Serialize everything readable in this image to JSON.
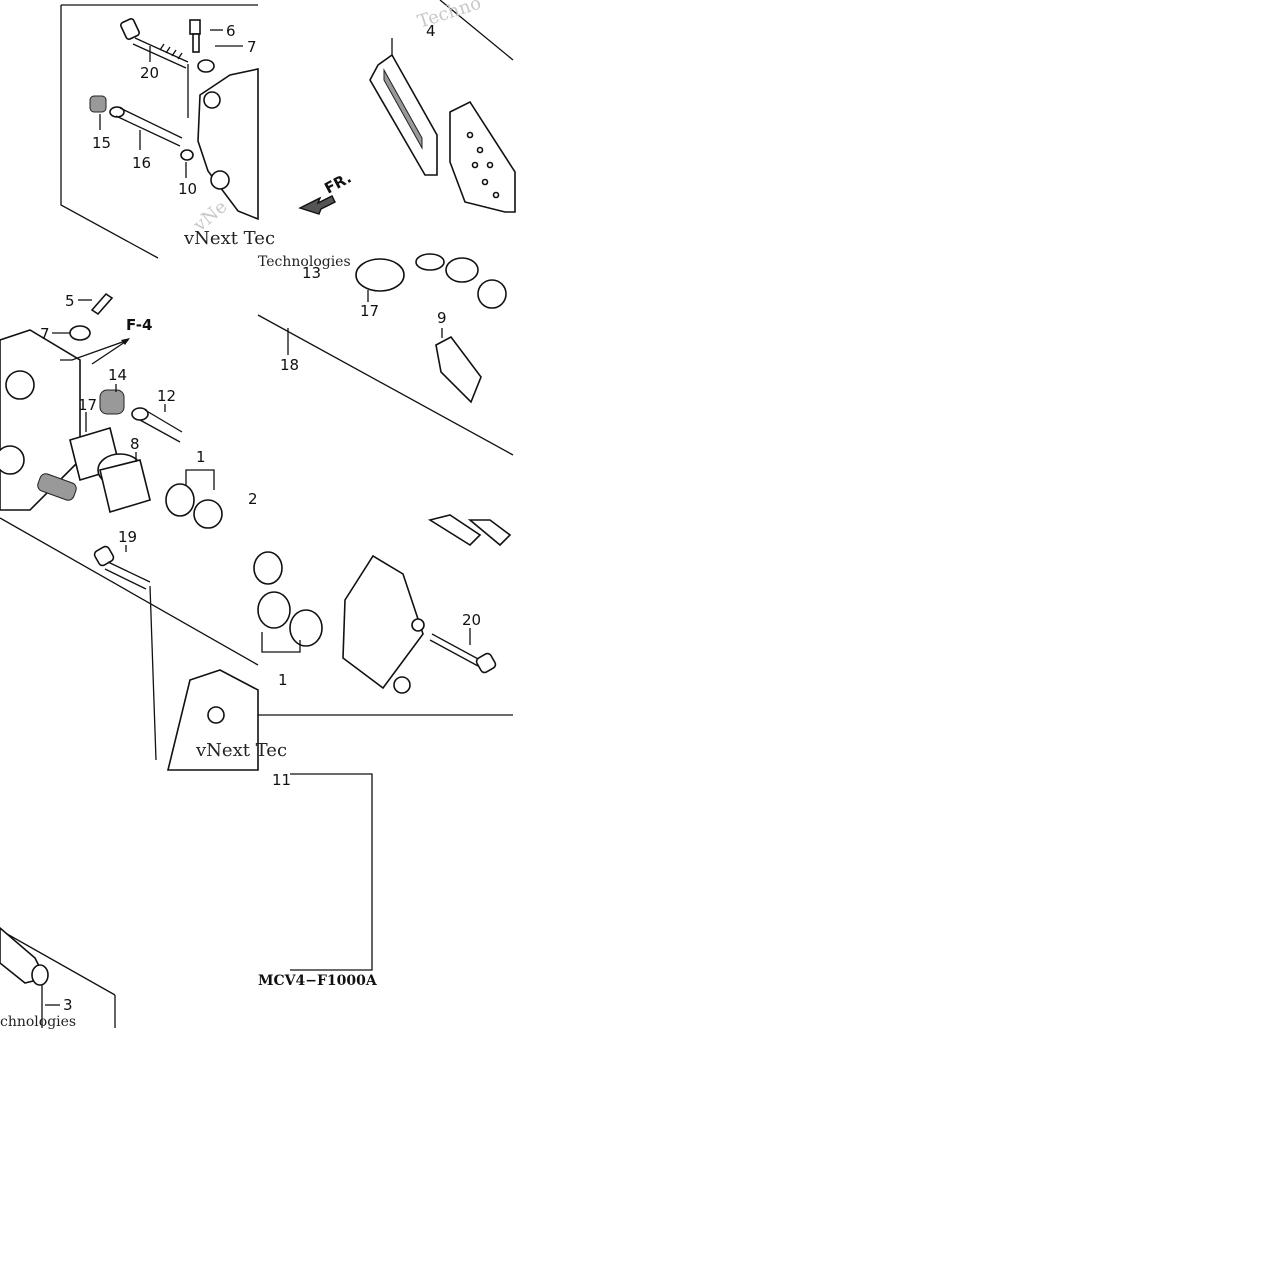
{
  "diagram": {
    "code": "MCV4−F1000A",
    "watermark": [
      "vNext Tec",
      "Technologies",
      "Techno",
      "vNe",
      "vNext Tec",
      "chnologies"
    ],
    "direction_arrows": [
      {
        "id": "fr",
        "label": "FR."
      },
      {
        "id": "f4",
        "label": "F-4"
      }
    ],
    "callouts": [
      {
        "id": "p-a-20",
        "num": "20"
      },
      {
        "id": "p-a-6",
        "num": "6"
      },
      {
        "id": "p-a-7",
        "num": "7"
      },
      {
        "id": "p-a-15",
        "num": "15"
      },
      {
        "id": "p-a-16",
        "num": "16"
      },
      {
        "id": "p-a-10",
        "num": "10"
      },
      {
        "id": "p-b-4",
        "num": "4"
      },
      {
        "id": "p-c-5",
        "num": "5"
      },
      {
        "id": "p-c-7",
        "num": "7"
      },
      {
        "id": "p-c-14",
        "num": "14"
      },
      {
        "id": "p-c-12",
        "num": "12"
      },
      {
        "id": "p-c-17",
        "num": "17"
      },
      {
        "id": "p-c-8",
        "num": "8"
      },
      {
        "id": "p-c-1",
        "num": "1"
      },
      {
        "id": "p-c-2",
        "num": "2"
      },
      {
        "id": "p-d-13",
        "num": "13"
      },
      {
        "id": "p-d-17",
        "num": "17"
      },
      {
        "id": "p-d-9",
        "num": "9"
      },
      {
        "id": "p-d-18",
        "num": "18"
      },
      {
        "id": "p-e-19",
        "num": "19"
      },
      {
        "id": "p-f-20",
        "num": "20"
      },
      {
        "id": "p-f-1",
        "num": "1"
      },
      {
        "id": "p-g-11",
        "num": "11"
      },
      {
        "id": "p-h-3",
        "num": "3"
      }
    ]
  }
}
